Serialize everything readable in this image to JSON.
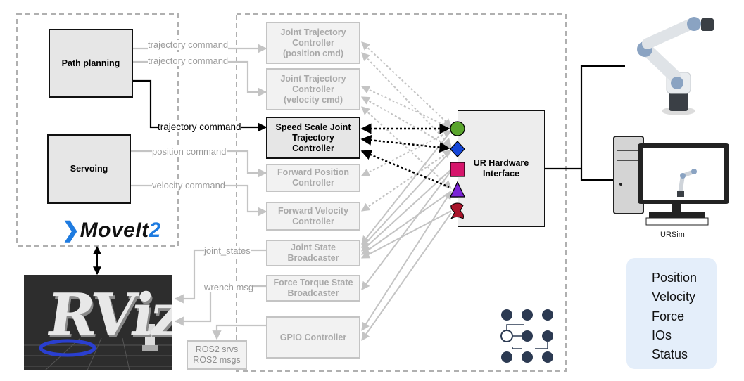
{
  "left_group": {
    "path_planning": "Path planning",
    "servoing": "Servoing",
    "logo": {
      "prefix": "MoveIt",
      "suffix": "2"
    }
  },
  "controllers": {
    "jtc_position": "Joint Trajectory\nController\n(position cmd)",
    "jtc_velocity": "Joint Trajectory\nController\n(velocity cmd)",
    "speed_scale": "Speed Scale Joint\nTrajectory\nController",
    "forward_position": "Forward Position\nController",
    "forward_velocity": "Forward Velocity\nController",
    "joint_state_broadcaster": "Joint State\nBroadcaster",
    "ft_broadcaster": "Force Torque State\nBroadcaster",
    "gpio": "GPIO Controller"
  },
  "hardware_interface": "UR Hardware\nInterface",
  "edge_labels": {
    "trajectory_command_1": "trajectory command",
    "trajectory_command_2": "trajectory command",
    "trajectory_command_active": "trajectory command",
    "position_command": "position command",
    "velocity_command": "velocity command",
    "joint_states": "joint_states",
    "wrench_msg": "wrench msg"
  },
  "ros2_box": "ROS2 srvs\nROS2 msgs",
  "rviz_logo": "RViz",
  "ursim_label": "URSim",
  "legend": [
    {
      "label": "Position",
      "icon": "circle-icon",
      "color": "#5aa52d"
    },
    {
      "label": "Velocity",
      "icon": "diamond-icon",
      "color": "#1546d8"
    },
    {
      "label": "Force",
      "icon": "square-icon",
      "color": "#d6156b"
    },
    {
      "label": "IOs",
      "icon": "triangle-icon",
      "color": "#7a22d6"
    },
    {
      "label": "Status",
      "icon": "status-flag-icon",
      "color": "#a8142a"
    }
  ],
  "colors": {
    "active": "#000000",
    "inactive": "#c4c4c4",
    "legend_bg": "#e4eefa",
    "graph_node": "#2c3a52"
  }
}
